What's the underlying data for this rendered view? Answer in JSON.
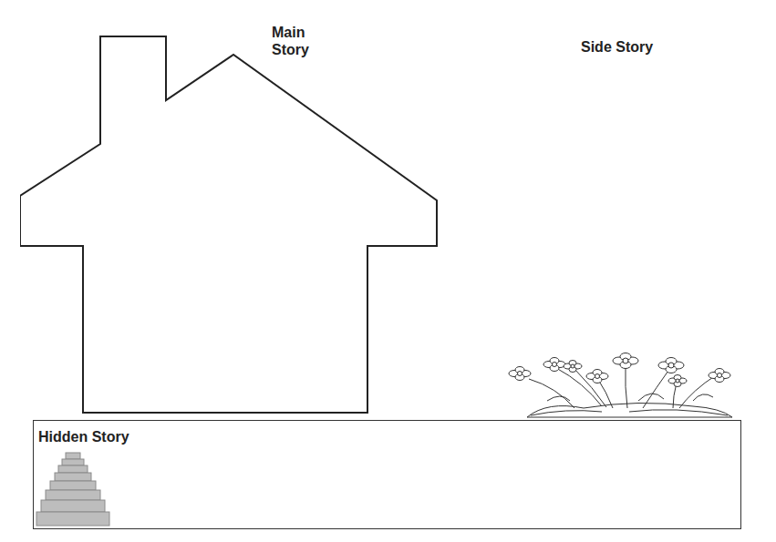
{
  "diagram": {
    "nodes": [
      {
        "text": [
          "Main Story"
        ]
      },
      {
        "text": [
          "Hidden Story"
        ]
      }
    ],
    "labels": [
      "Side Story"
    ]
  }
}
